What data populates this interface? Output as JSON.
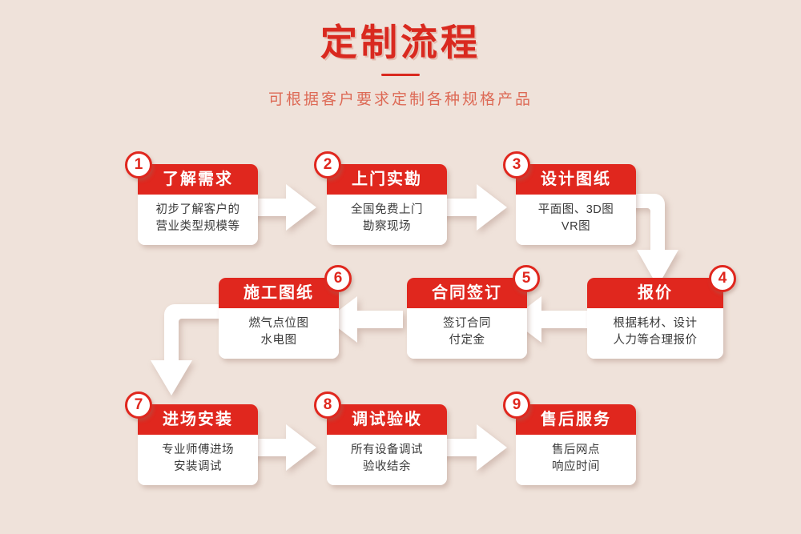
{
  "header": {
    "title": "定制流程",
    "subtitle": "可根据客户要求定制各种规格产品"
  },
  "colors": {
    "background": "#efe2da",
    "brand_red": "#e0271e",
    "title_red": "#d9291f",
    "subtitle_red": "#dd6a56",
    "card_body_bg": "#ffffff",
    "body_text": "#3a3a3a",
    "arrow_fill": "#ffffff"
  },
  "steps": [
    {
      "number": "1",
      "title": "了解需求",
      "lines": [
        "初步了解客户的",
        "营业类型规模等"
      ],
      "badge_side": "left"
    },
    {
      "number": "2",
      "title": "上门实勘",
      "lines": [
        "全国免费上门",
        "勘察现场"
      ],
      "badge_side": "left"
    },
    {
      "number": "3",
      "title": "设计图纸",
      "lines": [
        "平面图、3D图",
        "VR图"
      ],
      "badge_side": "left"
    },
    {
      "number": "4",
      "title": "报价",
      "lines": [
        "根据耗材、设计",
        "人力等合理报价"
      ],
      "badge_side": "right"
    },
    {
      "number": "5",
      "title": "合同签订",
      "lines": [
        "签订合同",
        "付定金"
      ],
      "badge_side": "right"
    },
    {
      "number": "6",
      "title": "施工图纸",
      "lines": [
        "燃气点位图",
        "水电图"
      ],
      "badge_side": "right"
    },
    {
      "number": "7",
      "title": "进场安装",
      "lines": [
        "专业师傅进场",
        "安装调试"
      ],
      "badge_side": "left"
    },
    {
      "number": "8",
      "title": "调试验收",
      "lines": [
        "所有设备调试",
        "验收结余"
      ],
      "badge_side": "left"
    },
    {
      "number": "9",
      "title": "售后服务",
      "lines": [
        "售后网点",
        "响应时间"
      ],
      "badge_side": "left"
    }
  ],
  "connectors": [
    {
      "id": "arrow-1-to-2",
      "direction": "right"
    },
    {
      "id": "arrow-2-to-3",
      "direction": "right"
    },
    {
      "id": "arrow-3-to-4",
      "direction": "elbow-right-down"
    },
    {
      "id": "arrow-4-to-5",
      "direction": "left"
    },
    {
      "id": "arrow-5-to-6",
      "direction": "left"
    },
    {
      "id": "arrow-6-to-7",
      "direction": "elbow-left-down"
    },
    {
      "id": "arrow-7-to-8",
      "direction": "right"
    },
    {
      "id": "arrow-8-to-9",
      "direction": "right"
    }
  ]
}
